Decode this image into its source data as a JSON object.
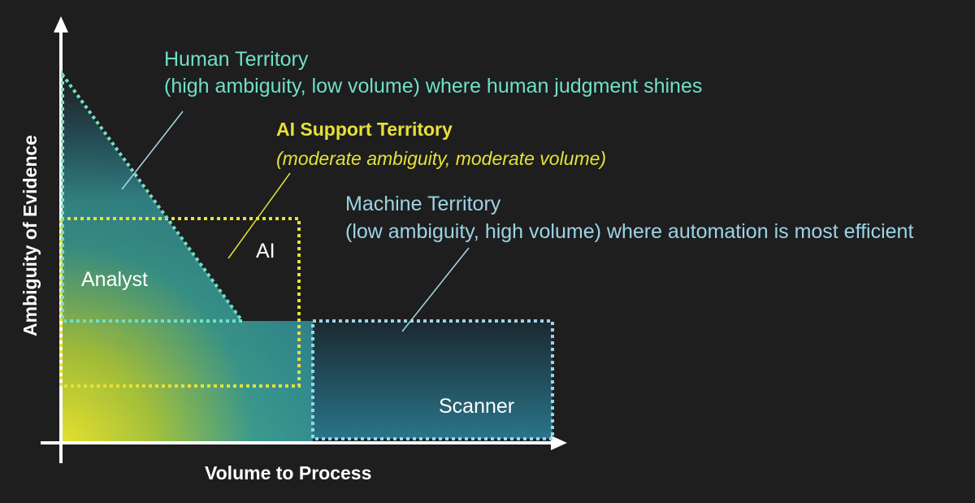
{
  "axes": {
    "x_title": "Volume to Process",
    "y_title": "Ambiguity of Evidence"
  },
  "human_territory": {
    "title": "Human Territory",
    "description": "(high ambiguity, low volume) where human judgment shines",
    "color": "#6fe0c6"
  },
  "ai_territory": {
    "title": "AI Support Territory",
    "description": "(moderate ambiguity, moderate volume)",
    "color": "#e6e03a"
  },
  "machine_territory": {
    "title": "Machine Territory",
    "description": "(low ambiguity, high volume) where automation is most efficient",
    "color": "#9cd3e6"
  },
  "zones": {
    "analyst": "Analyst",
    "ai": "AI",
    "scanner": "Scanner"
  },
  "colors": {
    "background": "#1e1e1e",
    "gradient_low": "#e8e22e",
    "gradient_high": "#2b8aa6"
  }
}
